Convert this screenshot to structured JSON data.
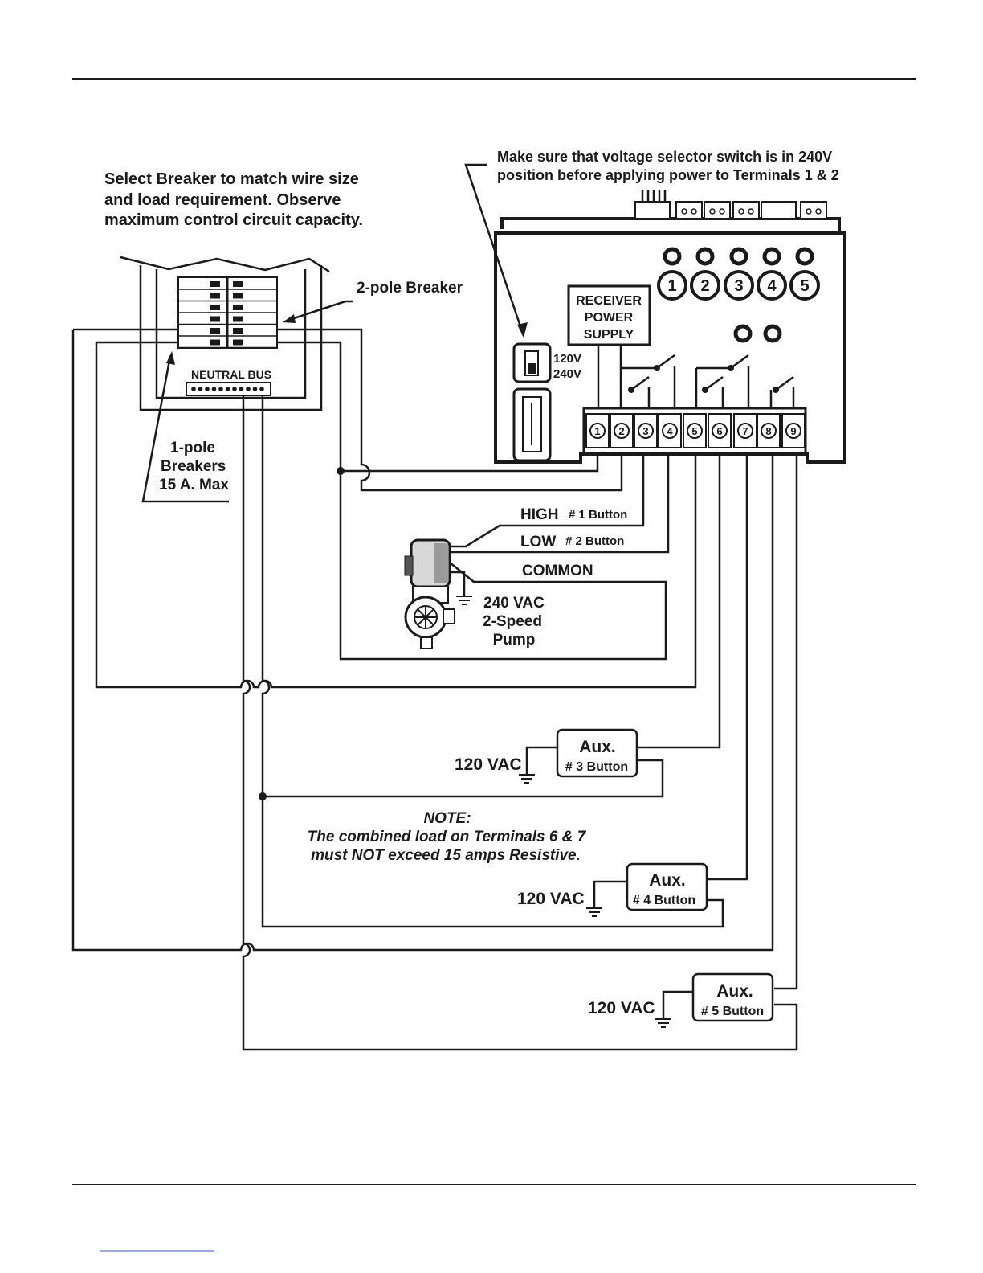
{
  "annotations": {
    "breaker_note": [
      "Select Breaker to match wire size",
      "and load requirement.  Observe",
      "maximum control circuit capacity."
    ],
    "voltage_note": [
      "Make sure that voltage selector switch is in 240V",
      "position before applying power to Terminals 1 & 2"
    ],
    "two_pole_breaker": "2-pole Breaker",
    "neutral_bus": "NEUTRAL BUS",
    "one_pole_breakers": [
      "1-pole",
      "Breakers",
      "15 A. Max"
    ]
  },
  "receiver": {
    "power_supply": [
      "RECEIVER",
      "POWER",
      "SUPPLY"
    ],
    "voltage_options": [
      "120V",
      "240V"
    ],
    "button_numbers": [
      "1",
      "2",
      "3",
      "4",
      "5"
    ],
    "terminals": [
      "1",
      "2",
      "3",
      "4",
      "5",
      "6",
      "7",
      "8",
      "9"
    ]
  },
  "pump": {
    "high": "HIGH",
    "high_button": "# 1 Button",
    "low": "LOW",
    "low_button": "# 2 Button",
    "common": "COMMON",
    "label": [
      "240 VAC",
      "2-Speed",
      "Pump"
    ]
  },
  "aux_loads": [
    {
      "title": "Aux.",
      "button": "# 3 Button",
      "voltage": "120 VAC"
    },
    {
      "title": "Aux.",
      "button": "# 4 Button",
      "voltage": "120 VAC"
    },
    {
      "title": "Aux.",
      "button": "# 5 Button",
      "voltage": "120 VAC"
    }
  ],
  "note": {
    "heading": "NOTE:",
    "lines": [
      "The combined load on Terminals 6 & 7",
      "must NOT exceed 15 amps Resistive."
    ]
  }
}
